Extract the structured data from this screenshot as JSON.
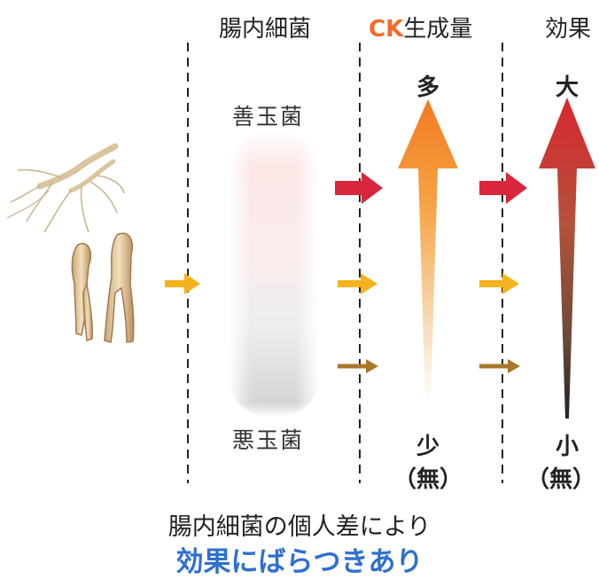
{
  "headers": {
    "bacteria": "腸内細菌",
    "ck_prefix": "CK",
    "ck_suffix": "生成量",
    "effect": "効果"
  },
  "bacteria": {
    "good": "善玉菌",
    "bad": "悪玉菌"
  },
  "ck_scale": {
    "top": "多",
    "bottom": "少",
    "bottom_note": "（無）"
  },
  "effect_scale": {
    "top": "大",
    "bottom": "小",
    "bottom_note": "（無）"
  },
  "caption": {
    "line1": "腸内細菌の個人差により",
    "line2": "効果にばらつきあり"
  },
  "colors": {
    "ck_accent": "#f26b2a",
    "caption_blue": "#2f6fd0",
    "arrow_red": "#d8263a",
    "arrow_yellow": "#f6b21c",
    "arrow_brown": "#a9772a"
  },
  "icons": [
    "ginseng-root-icon",
    "arrow-right-icon",
    "gradient-up-arrow-icon"
  ]
}
